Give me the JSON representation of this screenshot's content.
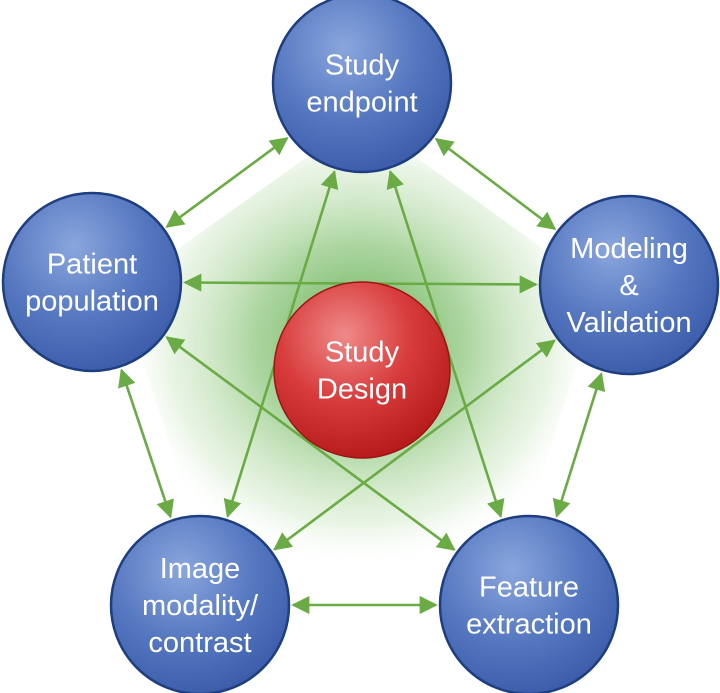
{
  "diagram": {
    "center": {
      "lines": [
        "Study",
        "Design"
      ]
    },
    "nodes": [
      {
        "id": "endpoint",
        "lines": [
          "Study",
          "endpoint"
        ]
      },
      {
        "id": "modeling",
        "lines": [
          "Modeling",
          "&",
          "Validation"
        ]
      },
      {
        "id": "feature",
        "lines": [
          "Feature",
          "extraction"
        ]
      },
      {
        "id": "image",
        "lines": [
          "Image",
          "modality/",
          "contrast"
        ]
      },
      {
        "id": "patient",
        "lines": [
          "Patient",
          "population"
        ]
      }
    ],
    "edges": [
      [
        "endpoint",
        "modeling"
      ],
      [
        "modeling",
        "feature"
      ],
      [
        "feature",
        "image"
      ],
      [
        "image",
        "patient"
      ],
      [
        "patient",
        "endpoint"
      ],
      [
        "endpoint",
        "feature"
      ],
      [
        "endpoint",
        "image"
      ],
      [
        "patient",
        "modeling"
      ],
      [
        "patient",
        "feature"
      ],
      [
        "modeling",
        "image"
      ]
    ],
    "colors": {
      "node_fill": "#4f75be",
      "node_stroke": "#1e3e80",
      "center_fill": "#cc2a2a",
      "arrow": "#6aab45",
      "glow": "#66b24a"
    }
  }
}
